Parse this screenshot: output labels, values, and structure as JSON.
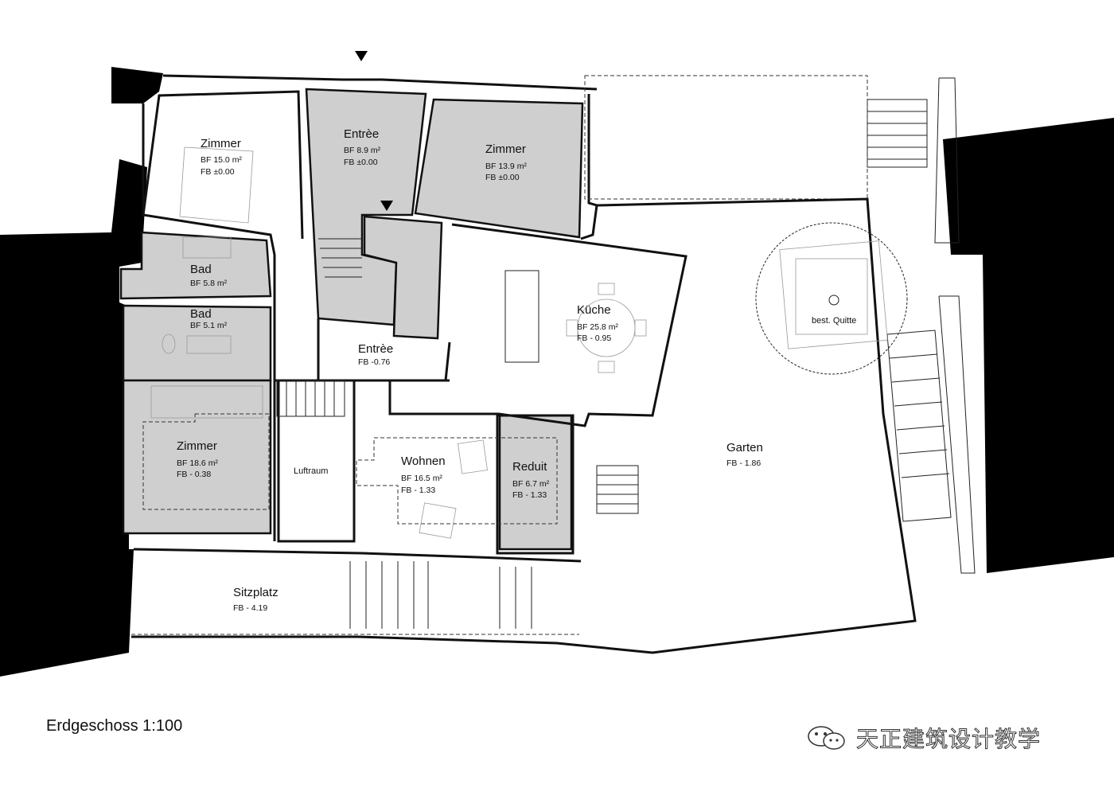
{
  "drawing_title": "Erdgeschoss 1:100",
  "watermark": "天正建筑设计教学",
  "rooms": {
    "zimmer1": {
      "name": "Zimmer",
      "bf": "BF   15.0 m²",
      "fb": "FB  ±0.00"
    },
    "entree1": {
      "name": "Entrèe",
      "bf": "BF    8.9 m²",
      "fb": "FB  ±0.00"
    },
    "zimmer2": {
      "name": "Zimmer",
      "bf": "BF    13.9 m²",
      "fb": "FB  ±0.00"
    },
    "bad1": {
      "name": "Bad",
      "bf": "BF    5.8 m²"
    },
    "bad2": {
      "name": "Bad",
      "bf": "BF    5.1 m²"
    },
    "kueche": {
      "name": "Küche",
      "bf": "BF    25.8 m²",
      "fb": "FB  - 0.95"
    },
    "entree2": {
      "name": "Entrèe",
      "fb": "FB  -0.76"
    },
    "zimmer3": {
      "name": "Zimmer",
      "bf": "BF    18.6 m²",
      "fb": "FB  - 0.38"
    },
    "luftraum": {
      "name": "Luftraum"
    },
    "wohnen": {
      "name": "Wohnen",
      "bf": "BF    16.5 m²",
      "fb": "FB  - 1.33"
    },
    "reduit": {
      "name": "Reduit",
      "bf": "BF    6.7 m²",
      "fb": "FB  - 1.33"
    },
    "garten": {
      "name": "Garten",
      "fb": "FB  - 1.86"
    },
    "sitzplatz": {
      "name": "Sitzplatz",
      "fb": "FB  - 4.19"
    },
    "quitte": {
      "name": "best. Quitte"
    }
  }
}
